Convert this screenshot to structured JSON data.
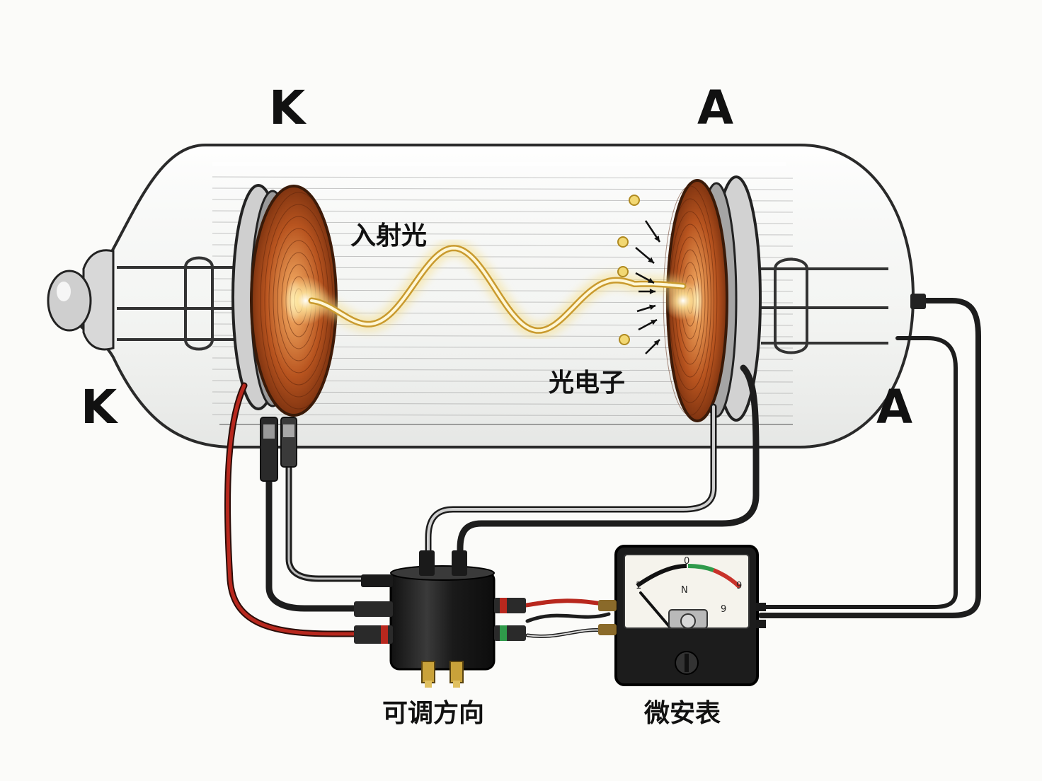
{
  "labels": {
    "k_top": "K",
    "a_top": "A",
    "k_side": "K",
    "a_side": "A",
    "incident_light": "入射光",
    "photoelectron": "光电子",
    "adjustable_direction": "可调方向",
    "microammeter": "微安表"
  },
  "meter": {
    "scale_top": "0",
    "scale_left": "1",
    "scale_right": "9",
    "face_letter": "N",
    "corner_mark": "9"
  },
  "colors": {
    "copper": "#b8541f",
    "glow": "#f3d36b",
    "wire_red": "#b8281e",
    "wire_black": "#1d1d1d",
    "glass_outline": "#2a2a2a",
    "meter_green": "#2f9a4a",
    "meter_red": "#c8322a"
  },
  "icons": {
    "electron": "yellow-dot-icon",
    "electron_motion": "arrow-icon",
    "meter_knob": "knob-icon",
    "connector": "plug-icon"
  }
}
